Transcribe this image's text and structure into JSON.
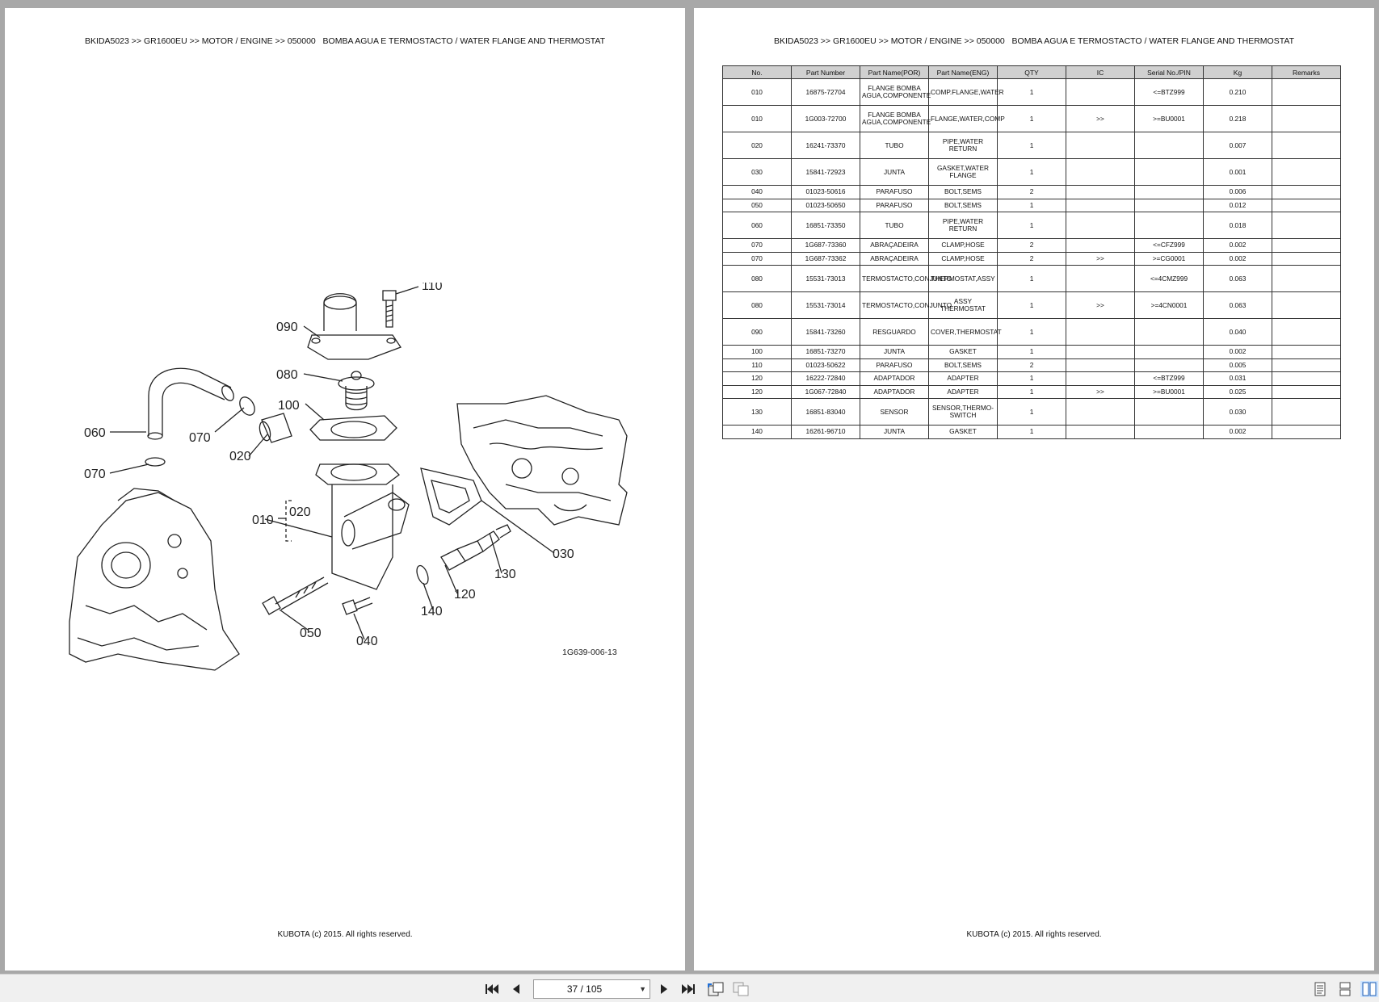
{
  "breadcrumb": "BKIDA5023 >> GR1600EU >> MOTOR / ENGINE >> 050000   BOMBA AGUA E TERMOSTACTO / WATER FLANGE AND THERMOSTAT",
  "footer": "KUBOTA (c) 2015. All rights reserved.",
  "diagram": {
    "figure_code": "1G639-006-13",
    "callouts": [
      "110",
      "090",
      "080",
      "100",
      "060",
      "070",
      "020",
      "070",
      "010",
      "020",
      "030",
      "130",
      "120",
      "140",
      "050",
      "040"
    ]
  },
  "table": {
    "headers": [
      "No.",
      "Part Number",
      "Part Name(POR)",
      "Part Name(ENG)",
      "QTY",
      "IC",
      "Serial No./PIN",
      "Kg",
      "Remarks"
    ],
    "rows": [
      {
        "no": "010",
        "pn": "16875-72704",
        "por": "FLANGE BOMBA AGUA,COMPONENTE",
        "eng": "COMP.FLANGE,WATER",
        "qty": "1",
        "ic": "",
        "serial": "<=BTZ999",
        "kg": "0.210",
        "remarks": "",
        "h": "tall"
      },
      {
        "no": "010",
        "pn": "1G003-72700",
        "por": "FLANGE BOMBA AGUA,COMPONENTE",
        "eng": "FLANGE,WATER,COMP",
        "qty": "1",
        "ic": ">>",
        "serial": ">=BU0001",
        "kg": "0.218",
        "remarks": "",
        "h": "tall"
      },
      {
        "no": "020",
        "pn": "16241-73370",
        "por": "TUBO",
        "eng": "PIPE,WATER RETURN",
        "qty": "1",
        "ic": "",
        "serial": "",
        "kg": "0.007",
        "remarks": "",
        "h": "tall"
      },
      {
        "no": "030",
        "pn": "15841-72923",
        "por": "JUNTA",
        "eng": "GASKET,WATER FLANGE",
        "qty": "1",
        "ic": "",
        "serial": "",
        "kg": "0.001",
        "remarks": "",
        "h": "tall"
      },
      {
        "no": "040",
        "pn": "01023-50616",
        "por": "PARAFUSO",
        "eng": "BOLT,SEMS",
        "qty": "2",
        "ic": "",
        "serial": "",
        "kg": "0.006",
        "remarks": "",
        "h": "short"
      },
      {
        "no": "050",
        "pn": "01023-50650",
        "por": "PARAFUSO",
        "eng": "BOLT,SEMS",
        "qty": "1",
        "ic": "",
        "serial": "",
        "kg": "0.012",
        "remarks": "",
        "h": "short"
      },
      {
        "no": "060",
        "pn": "16851-73350",
        "por": "TUBO",
        "eng": "PIPE,WATER RETURN",
        "qty": "1",
        "ic": "",
        "serial": "",
        "kg": "0.018",
        "remarks": "",
        "h": "tall"
      },
      {
        "no": "070",
        "pn": "1G687-73360",
        "por": "ABRAÇADEIRA",
        "eng": "CLAMP,HOSE",
        "qty": "2",
        "ic": "",
        "serial": "<=CFZ999",
        "kg": "0.002",
        "remarks": "",
        "h": "short"
      },
      {
        "no": "070",
        "pn": "1G687-73362",
        "por": "ABRAÇADEIRA",
        "eng": "CLAMP,HOSE",
        "qty": "2",
        "ic": ">>",
        "serial": ">=CG0001",
        "kg": "0.002",
        "remarks": "",
        "h": "short"
      },
      {
        "no": "080",
        "pn": "15531-73013",
        "por": "TERMOSTACTO,CONJUNTO",
        "eng": "THERMOSTAT,ASSY",
        "qty": "1",
        "ic": "",
        "serial": "<=4CMZ999",
        "kg": "0.063",
        "remarks": "",
        "h": "tall"
      },
      {
        "no": "080",
        "pn": "15531-73014",
        "por": "TERMOSTACTO,CONJUNTO",
        "eng": "ASSY THERMOSTAT",
        "qty": "1",
        "ic": ">>",
        "serial": ">=4CN0001",
        "kg": "0.063",
        "remarks": "",
        "h": "tall"
      },
      {
        "no": "090",
        "pn": "15841-73260",
        "por": "RESGUARDO",
        "eng": "COVER,THERMOSTAT",
        "qty": "1",
        "ic": "",
        "serial": "",
        "kg": "0.040",
        "remarks": "",
        "h": "tall"
      },
      {
        "no": "100",
        "pn": "16851-73270",
        "por": "JUNTA",
        "eng": "GASKET",
        "qty": "1",
        "ic": "",
        "serial": "",
        "kg": "0.002",
        "remarks": "",
        "h": "short"
      },
      {
        "no": "110",
        "pn": "01023-50622",
        "por": "PARAFUSO",
        "eng": "BOLT,SEMS",
        "qty": "2",
        "ic": "",
        "serial": "",
        "kg": "0.005",
        "remarks": "",
        "h": "short"
      },
      {
        "no": "120",
        "pn": "16222-72840",
        "por": "ADAPTADOR",
        "eng": "ADAPTER",
        "qty": "1",
        "ic": "",
        "serial": "<=BTZ999",
        "kg": "0.031",
        "remarks": "",
        "h": "short"
      },
      {
        "no": "120",
        "pn": "1G067-72840",
        "por": "ADAPTADOR",
        "eng": "ADAPTER",
        "qty": "1",
        "ic": ">>",
        "serial": ">=BU0001",
        "kg": "0.025",
        "remarks": "",
        "h": "short"
      },
      {
        "no": "130",
        "pn": "16851-83040",
        "por": "SENSOR",
        "eng": "SENSOR,THERMO-SWITCH",
        "qty": "1",
        "ic": "",
        "serial": "",
        "kg": "0.030",
        "remarks": "",
        "h": "tall"
      },
      {
        "no": "140",
        "pn": "16261-96710",
        "por": "JUNTA",
        "eng": "GASKET",
        "qty": "1",
        "ic": "",
        "serial": "",
        "kg": "0.002",
        "remarks": "",
        "h": "short"
      }
    ]
  },
  "toolbar": {
    "page_indicator": "37 / 105",
    "icons": [
      "first-page-icon",
      "prev-page-icon",
      "next-page-icon",
      "last-page-icon",
      "go-back-view-icon",
      "go-forward-view-icon",
      "single-page-view-icon",
      "continuous-view-icon",
      "two-page-view-icon"
    ]
  }
}
